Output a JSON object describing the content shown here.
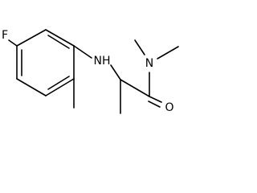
{
  "molecule": {
    "atoms": {
      "fluorine": "F",
      "amine": "NH",
      "amide_nitrogen": "N",
      "carbonyl_oxygen": "O"
    }
  }
}
